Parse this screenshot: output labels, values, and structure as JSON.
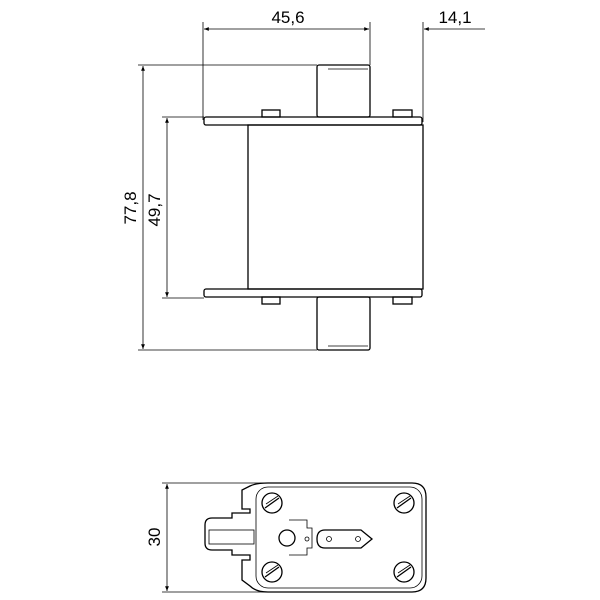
{
  "dimensions": {
    "top_width": "45,6",
    "top_offset": "14,1",
    "overall_height": "77,8",
    "body_height": "49,7",
    "bottom_height": "30"
  },
  "colors": {
    "line": "#000000",
    "background": "#ffffff"
  }
}
